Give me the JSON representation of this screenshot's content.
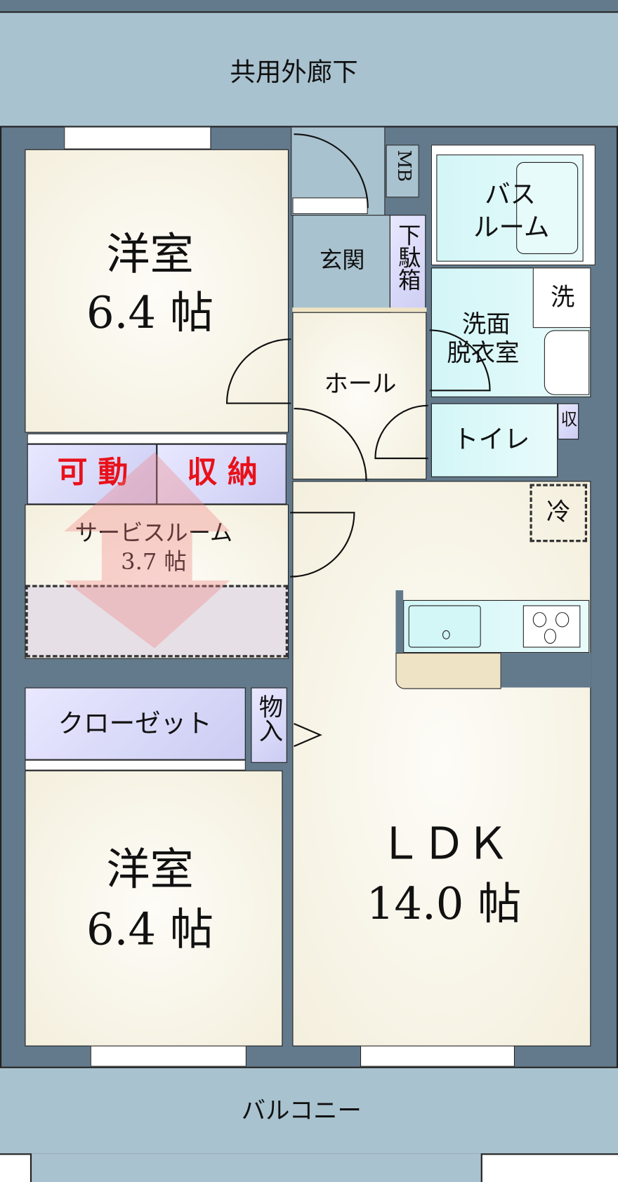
{
  "exterior": {
    "corridor": "共用外廊下",
    "balcony": "バルコニー"
  },
  "rooms": {
    "western_room_1": {
      "name": "洋室",
      "size": "6.4 帖"
    },
    "entrance": "玄関",
    "meter_box": "MB",
    "shoe_box": "下駄箱",
    "bathroom_line1": "バス",
    "bathroom_line2": "ルーム",
    "washroom_line1": "洗面",
    "washroom_line2": "脱衣室",
    "washer": "洗",
    "hall": "ホール",
    "toilet": "トイレ",
    "toilet_storage": "収",
    "movable_storage_1": "可 動",
    "movable_storage_2": "収 納",
    "service_room": {
      "name": "サービスルーム",
      "size": "3.7 帖"
    },
    "fridge": "冷",
    "closet": "クローゼット",
    "storage": "物入",
    "western_room_2": {
      "name": "洋室",
      "size": "6.4 帖"
    },
    "ldk": {
      "name": "ＬＤＫ",
      "size": "14.0 帖"
    }
  },
  "colors": {
    "wall": "#637a8c",
    "exterior": "#a9c2cf",
    "room": "#f4efdd",
    "wet_area": "#d3f6f7",
    "storage": "#ccccf3",
    "accent_text": "#e8111a"
  }
}
